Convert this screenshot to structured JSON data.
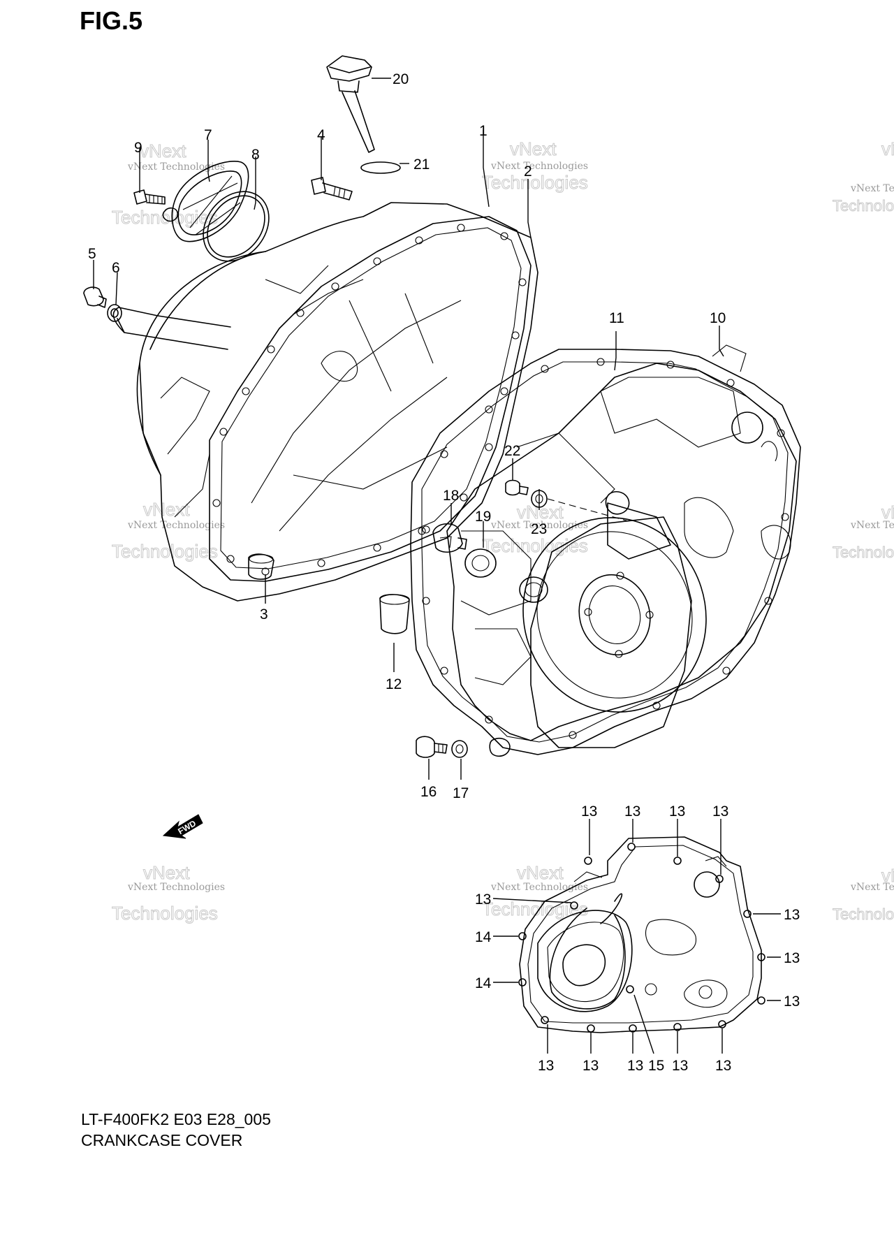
{
  "figure_label": "FIG.5",
  "model_code": "LT-F400FK2 E03 E28_005",
  "diagram_title": "CRANKCASE COVER",
  "fwd_label": "FWD",
  "watermark": {
    "line1": "vNext Technologies",
    "line2": "vNext",
    "line3": "Technologies"
  },
  "callouts": {
    "c1": "1",
    "c2": "2",
    "c3": "3",
    "c4": "4",
    "c5": "5",
    "c6": "6",
    "c7": "7",
    "c8": "8",
    "c9": "9",
    "c10": "10",
    "c11": "11",
    "c12": "12",
    "c16": "16",
    "c17": "17",
    "c18": "18",
    "c19": "19",
    "c20": "20",
    "c21": "21",
    "c22": "22",
    "c23": "23",
    "c13": "13",
    "c14": "14",
    "c15": "15"
  }
}
